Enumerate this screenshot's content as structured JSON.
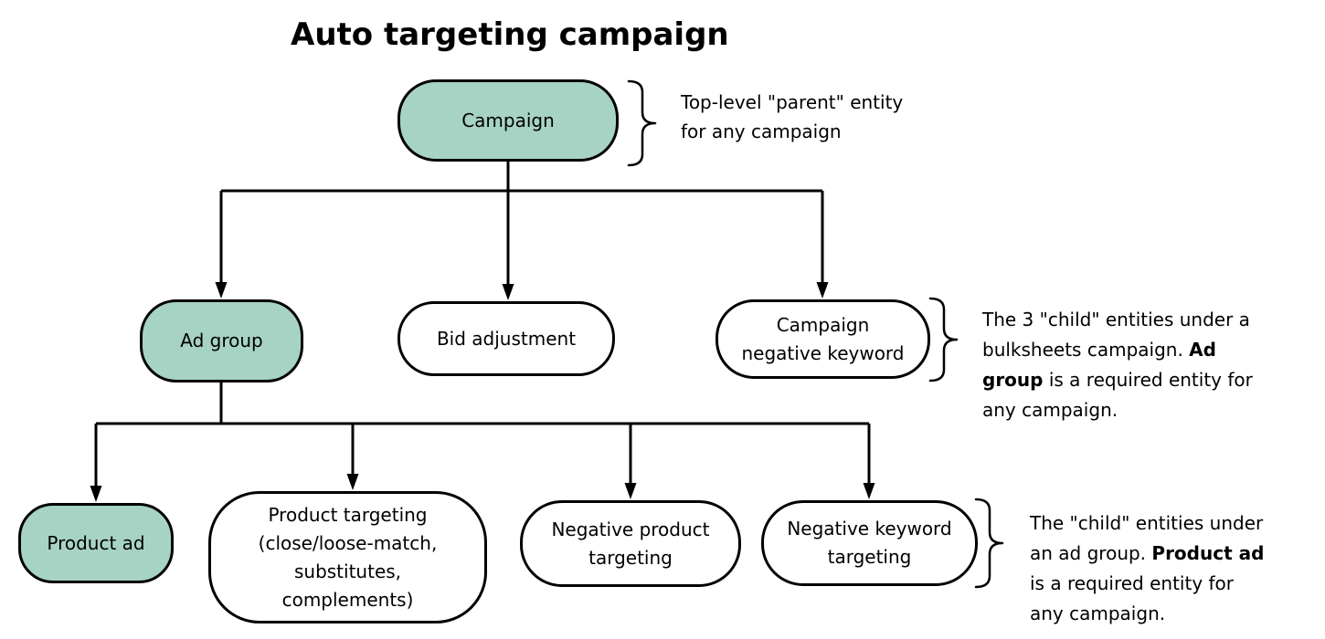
{
  "title": "Auto targeting campaign",
  "colors": {
    "highlight_fill": "#a7d3c4",
    "default_fill": "#ffffff",
    "stroke": "#000000"
  },
  "nodes": {
    "campaign": {
      "label": "Campaign",
      "highlighted": true
    },
    "ad_group": {
      "label": "Ad group",
      "highlighted": true
    },
    "bid_adjustment": {
      "label": "Bid adjustment",
      "highlighted": false
    },
    "campaign_negative_keyword": {
      "label": "Campaign negative keyword",
      "highlighted": false
    },
    "product_ad": {
      "label": "Product ad",
      "highlighted": true
    },
    "product_targeting": {
      "label": "Product targeting (close/loose-match, substitutes, complements)",
      "highlighted": false
    },
    "negative_product_targeting": {
      "label": "Negative product targeting",
      "highlighted": false
    },
    "negative_keyword_targeting": {
      "label": "Negative keyword targeting",
      "highlighted": false
    }
  },
  "edges": [
    [
      "campaign",
      "ad_group"
    ],
    [
      "campaign",
      "bid_adjustment"
    ],
    [
      "campaign",
      "campaign_negative_keyword"
    ],
    [
      "ad_group",
      "product_ad"
    ],
    [
      "ad_group",
      "product_targeting"
    ],
    [
      "ad_group",
      "negative_product_targeting"
    ],
    [
      "ad_group",
      "negative_keyword_targeting"
    ]
  ],
  "annotations": {
    "campaign": {
      "text": "Top-level \"parent\" entity for any campaign"
    },
    "campaign_children": {
      "pre": "The 3 \"child\" entities under a bulksheets campaign. ",
      "bold": "Ad group",
      "post": " is a required entity for any campaign."
    },
    "ad_group_children": {
      "pre": "The \"child\" entities under an ad group. ",
      "bold": "Product ad",
      "post": " is a required entity for any campaign."
    }
  }
}
